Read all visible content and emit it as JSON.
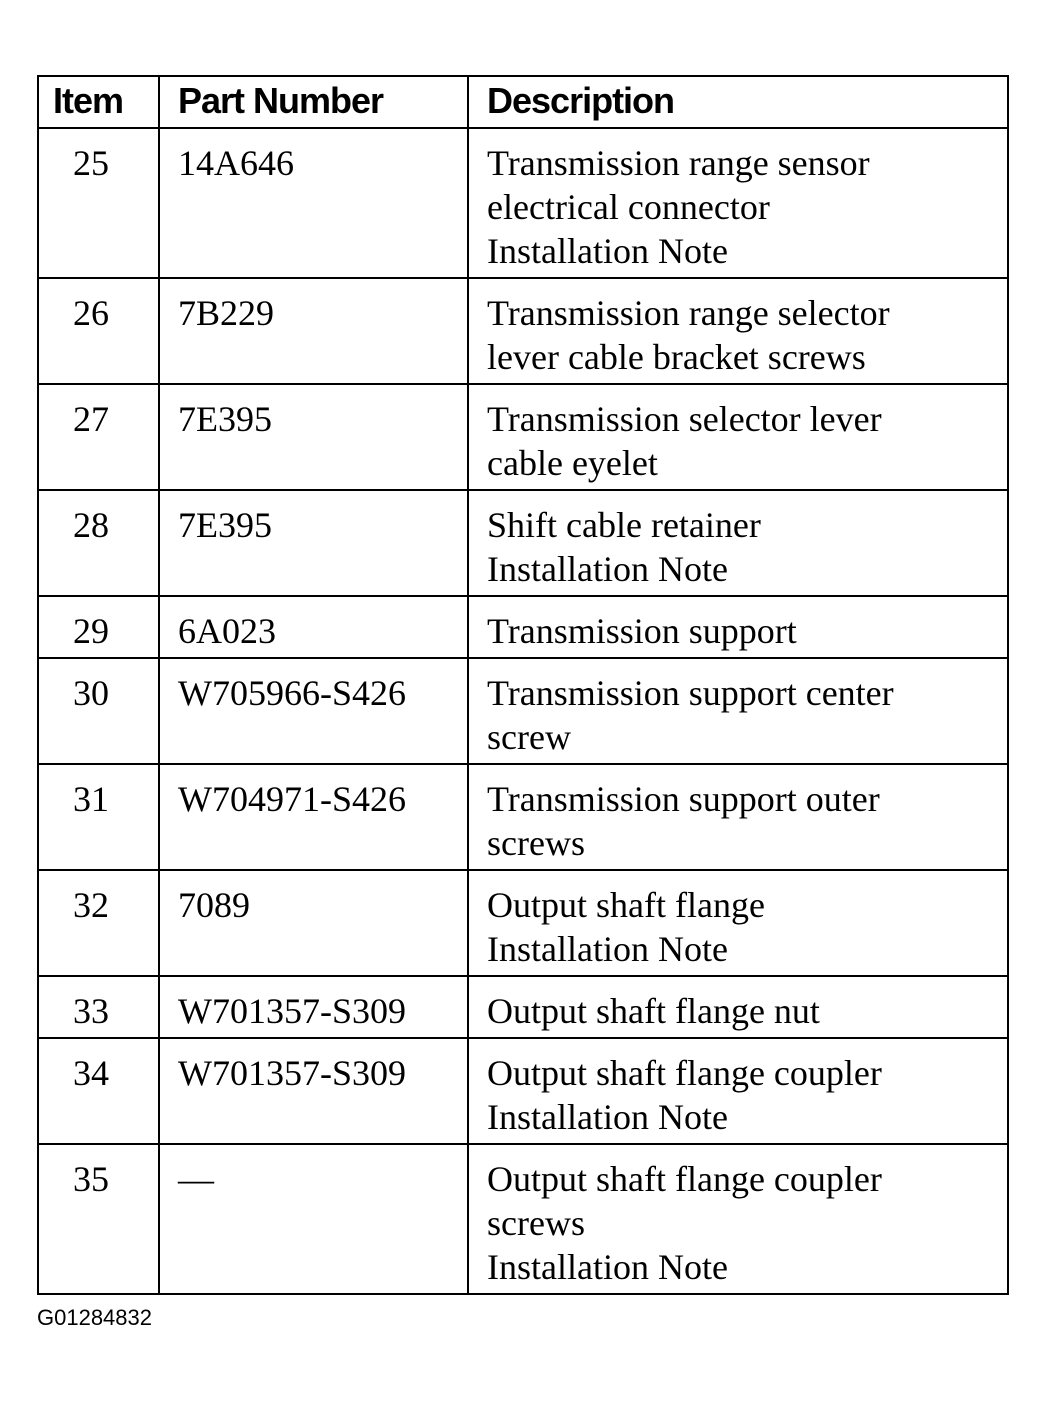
{
  "table": {
    "headers": {
      "item": "Item",
      "part_number": "Part Number",
      "description": "Description"
    },
    "rows": [
      {
        "item": "25",
        "part_number": "14A646",
        "description": [
          "Transmission range sensor",
          "electrical connector",
          "Installation Note"
        ]
      },
      {
        "item": "26",
        "part_number": "7B229",
        "description": [
          "Transmission range selector",
          "lever cable bracket screws"
        ]
      },
      {
        "item": "27",
        "part_number": "7E395",
        "description": [
          "Transmission selector lever",
          "cable eyelet"
        ]
      },
      {
        "item": "28",
        "part_number": "7E395",
        "description": [
          "Shift cable retainer",
          "Installation Note"
        ]
      },
      {
        "item": "29",
        "part_number": "6A023",
        "description": [
          "Transmission support"
        ]
      },
      {
        "item": "30",
        "part_number": "W705966-S426",
        "description": [
          "Transmission support center",
          "screw"
        ]
      },
      {
        "item": "31",
        "part_number": "W704971-S426",
        "description": [
          "Transmission support outer",
          "screws"
        ]
      },
      {
        "item": "32",
        "part_number": "7089",
        "description": [
          "Output shaft flange",
          "Installation Note"
        ]
      },
      {
        "item": "33",
        "part_number": "W701357-S309",
        "description": [
          "Output shaft flange nut"
        ]
      },
      {
        "item": "34",
        "part_number": "W701357-S309",
        "description": [
          "Output shaft flange coupler",
          "Installation Note"
        ]
      },
      {
        "item": "35",
        "part_number": "—",
        "description": [
          "Output shaft flange coupler",
          "screws",
          "Installation Note"
        ]
      }
    ]
  },
  "figure_id": "G01284832"
}
